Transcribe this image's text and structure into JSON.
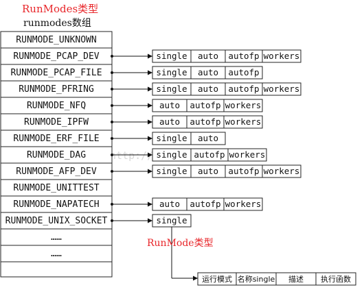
{
  "title": "RunModes类型",
  "array_label": "runmodes数组",
  "watermark": "http://blog.csdn.net/",
  "runmodes": [
    {
      "name": "RUNMODE_UNKNOWN",
      "types": []
    },
    {
      "name": "RUNMODE_PCAP_DEV",
      "types": [
        "single",
        "auto",
        "autofp",
        "workers"
      ]
    },
    {
      "name": "RUNMODE_PCAP_FILE",
      "types": [
        "single",
        "auto",
        "autofp"
      ]
    },
    {
      "name": "RUNMODE_PFRING",
      "types": [
        "single",
        "auto",
        "autofp",
        "workers"
      ]
    },
    {
      "name": "RUNMODE_NFQ",
      "types": [
        "auto",
        "autofp",
        "workers"
      ]
    },
    {
      "name": "RUNMODE_IPFW",
      "types": [
        "auto",
        "autofp",
        "workers"
      ]
    },
    {
      "name": "RUNMODE_ERF_FILE",
      "types": [
        "single",
        "auto"
      ]
    },
    {
      "name": "RUNMODE_DAG",
      "types": [
        "single",
        "autofp",
        "workers"
      ]
    },
    {
      "name": "RUNMODE_AFP_DEV",
      "types": [
        "single",
        "auto",
        "autofp",
        "workers"
      ]
    },
    {
      "name": "RUNMODE_UNITTEST",
      "types": []
    },
    {
      "name": "RUNMODE_NAPATECH",
      "types": [
        "auto",
        "autofp",
        "workers"
      ]
    },
    {
      "name": "RUNMODE_UNIX_SOCKET",
      "types": [
        "single"
      ]
    },
    {
      "name": "……",
      "types": []
    },
    {
      "name": "……",
      "types": []
    },
    {
      "name": "",
      "types": []
    }
  ],
  "runmode_type_label": "RunMode类型",
  "runmode_struct_fields": [
    "运行模式",
    "名称single",
    "描述",
    "执行函数"
  ]
}
